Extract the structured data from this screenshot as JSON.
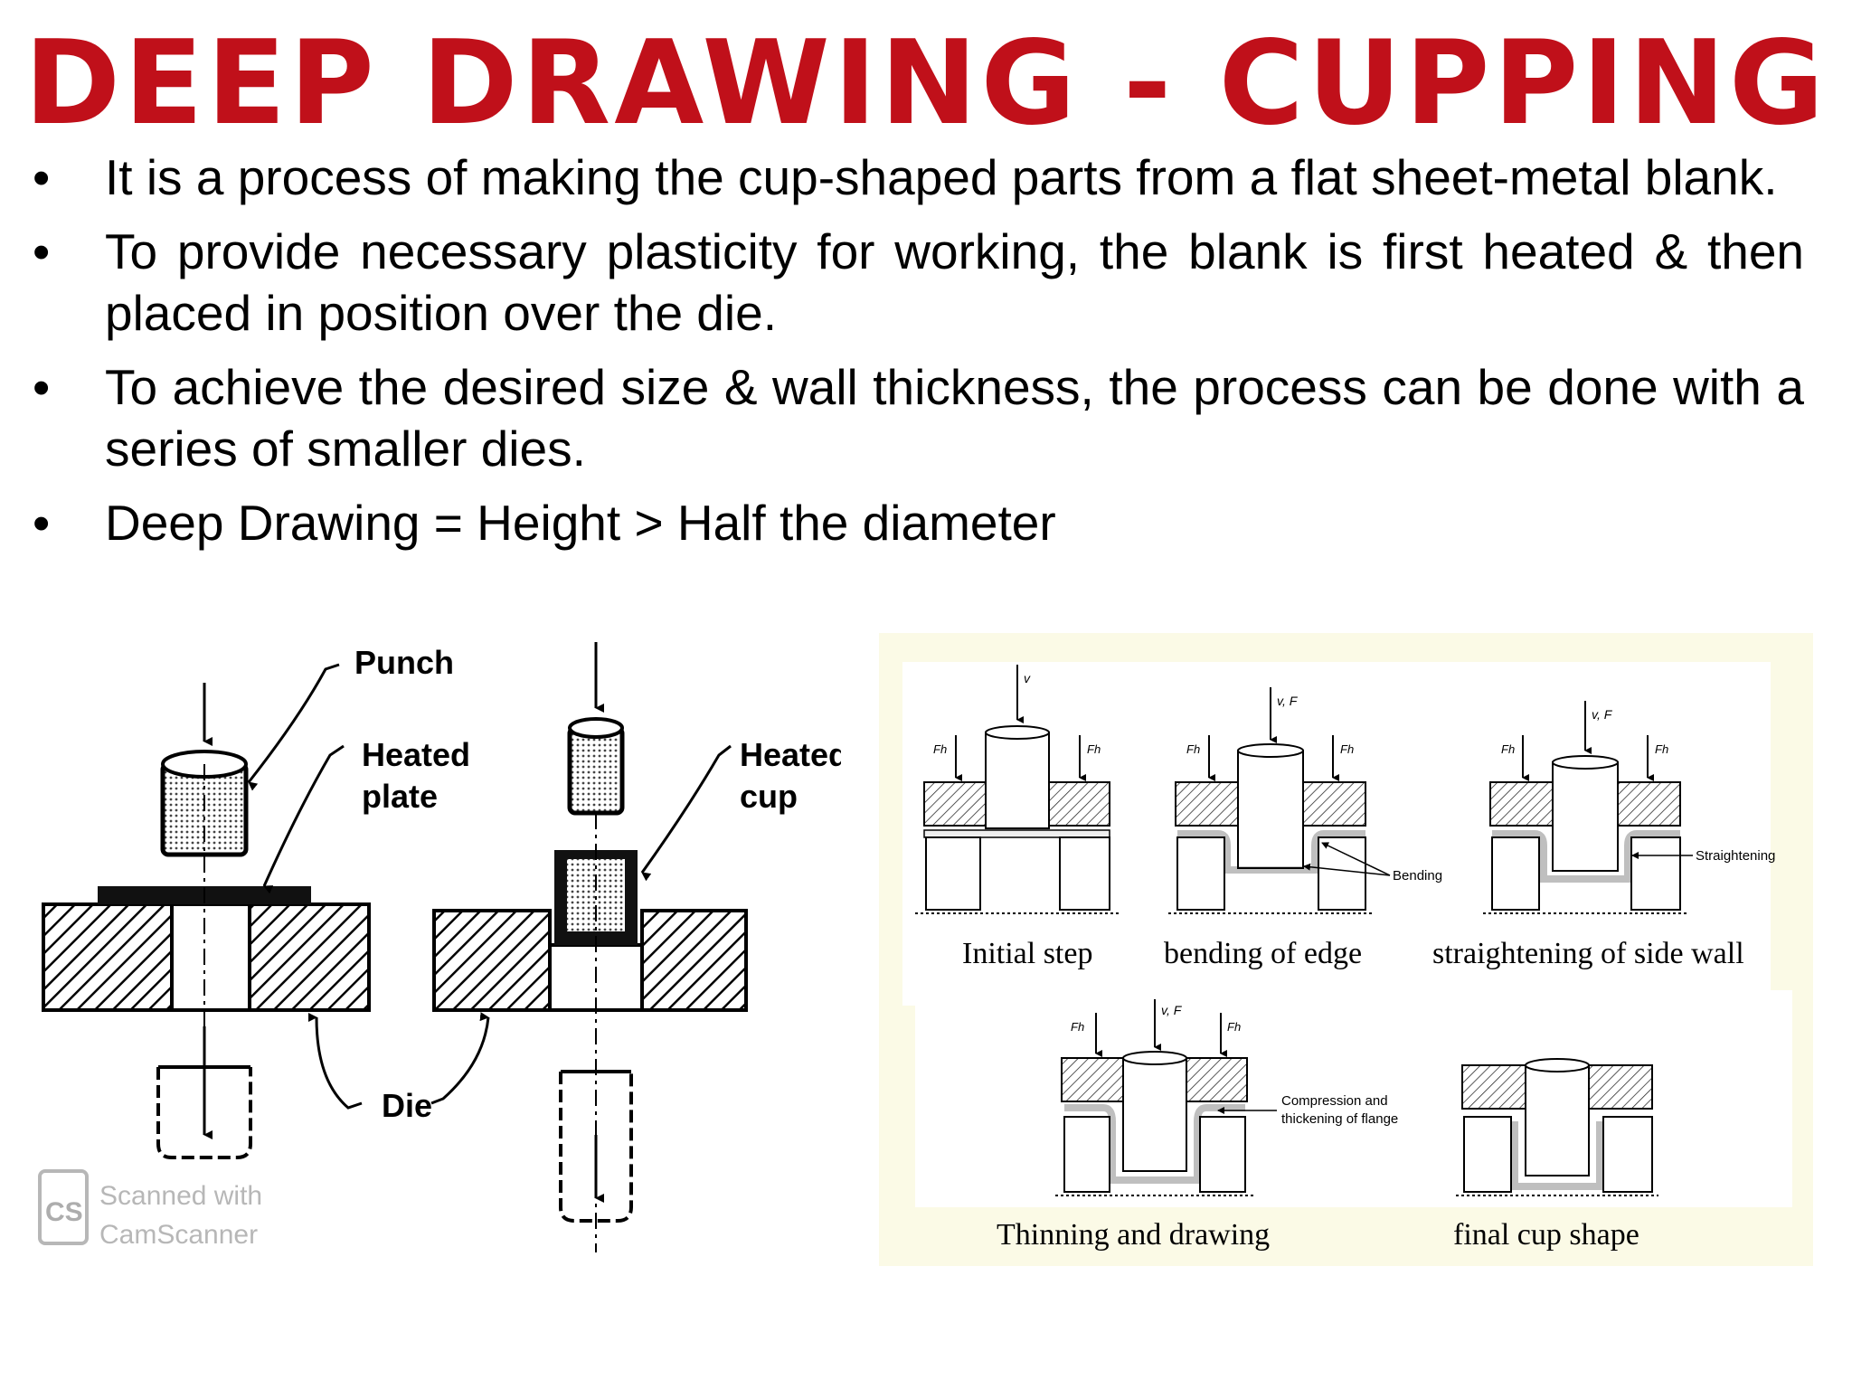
{
  "title": "DEEP DRAWING - CUPPING",
  "bullets": [
    {
      "text": "It is a process of making the cup-shaped parts from a flat sheet-metal blank."
    },
    {
      "text": "To provide necessary plasticity for working, the blank is first heated & then placed in position over the die."
    },
    {
      "text": "To achieve the desired size & wall thickness, the process can be done with a series of smaller dies."
    },
    {
      "text": "Deep Drawing = Height > Half the diameter"
    }
  ],
  "bullet_symbol": "•",
  "left_figure": {
    "labels": {
      "punch": "Punch",
      "heated_plate_1": "Heated",
      "heated_plate_2": "plate",
      "heated_cup_1": "Heated",
      "heated_cup_2": "cup",
      "die": "Die"
    },
    "watermark": {
      "logo": "CS",
      "line1": "Scanned with",
      "line2": "CamScanner"
    }
  },
  "right_figure": {
    "force_labels": {
      "v": "v",
      "vf": "v, F",
      "fh": "Fh"
    },
    "annotations": {
      "bending": "Bending",
      "straightening": "Straightening",
      "compression_1": "Compression and",
      "compression_2": "thickening of flange"
    },
    "captions": {
      "initial": "Initial step",
      "bending": "bending of edge",
      "straightening": "straightening of side wall",
      "thinning": "Thinning and drawing",
      "final": "final cup shape"
    }
  },
  "colors": {
    "title": "#c0101a",
    "right_panel_bg": "#fbfae6"
  }
}
